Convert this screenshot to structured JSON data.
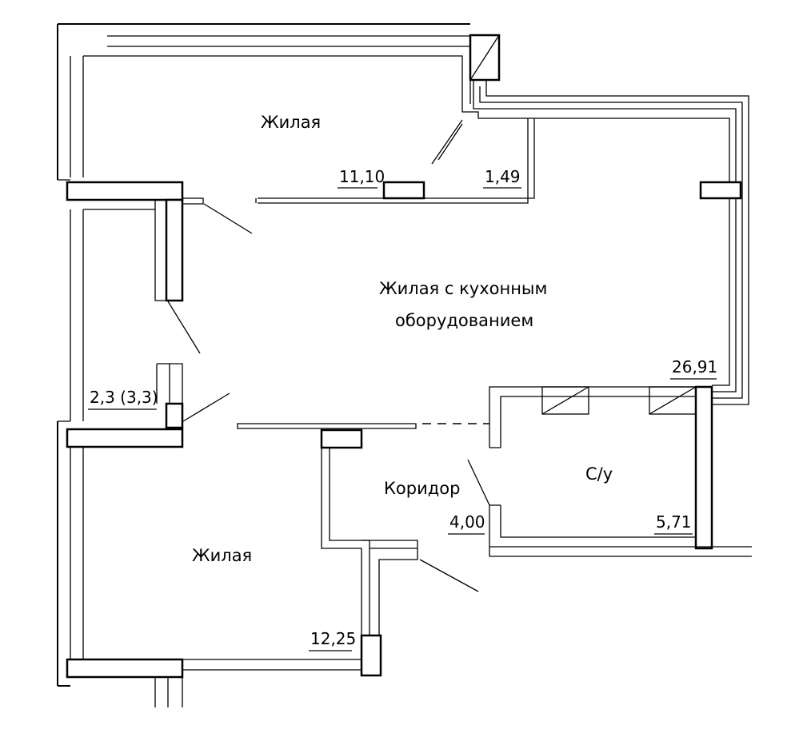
{
  "rooms": [
    {
      "id": "living-top",
      "name": "Жилая",
      "area": "11,10"
    },
    {
      "id": "wardrobe",
      "name": "",
      "area": "1,49"
    },
    {
      "id": "living-kitchen",
      "name_line1": "Жилая с кухонным",
      "name_line2": "оборудованием",
      "area": "26,91"
    },
    {
      "id": "balcony",
      "name": "",
      "area": "2,3 (3,3)"
    },
    {
      "id": "corridor",
      "name": "Коридор",
      "area": "4,00"
    },
    {
      "id": "bathroom",
      "name": "С/у",
      "area": "5,71"
    },
    {
      "id": "living-bottom",
      "name": "Жилая",
      "area": "12,25"
    }
  ]
}
